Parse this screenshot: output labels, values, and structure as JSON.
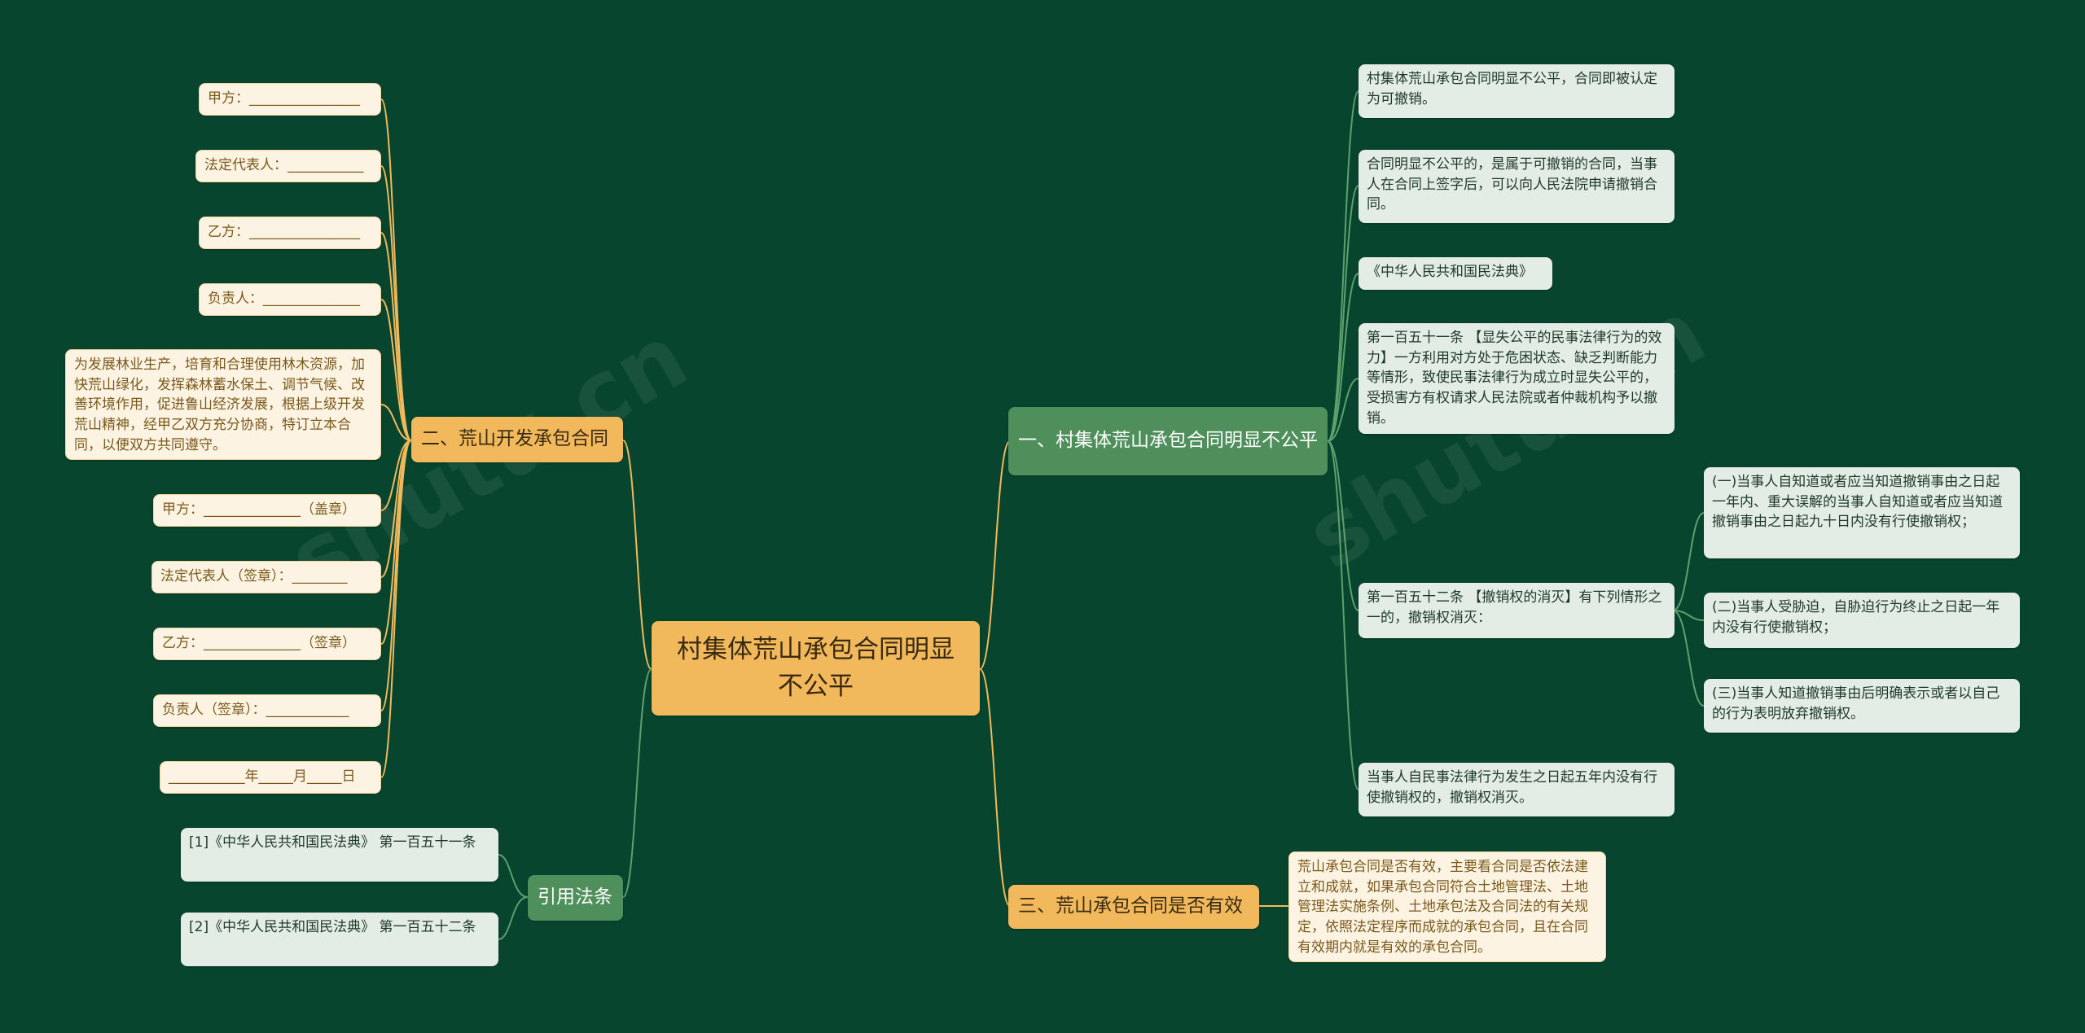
{
  "root": {
    "label": "村集体荒山承包合同明显不公平"
  },
  "branches": {
    "b1": {
      "label": "一、村集体荒山承包合同明显不公平"
    },
    "b2": {
      "label": "二、荒山开发承包合同"
    },
    "b3": {
      "label": "三、荒山承包合同是否有效"
    },
    "b4": {
      "label": "引用法条"
    }
  },
  "b1_leaves": [
    "村集体荒山承包合同明显不公平，合同即被认定为可撤销。",
    "合同明显不公平的，是属于可撤销的合同，当事人在合同上签字后，可以向人民法院申请撤销合同。",
    "《中华人民共和国民法典》",
    "第一百五十一条 【显失公平的民事法律行为的效力】一方利用对方处于危困状态、缺乏判断能力等情形，致使民事法律行为成立时显失公平的，受损害方有权请求人民法院或者仲裁机构予以撤销。",
    "第一百五十二条 【撤销权的消灭】有下列情形之一的，撤销权消灭：",
    "当事人自民事法律行为发生之日起五年内没有行使撤销权的，撤销权消灭。"
  ],
  "b1_sub_leaves": [
    "(一)当事人自知道或者应当知道撤销事由之日起一年内、重大误解的当事人自知道或者应当知道撤销事由之日起九十日内没有行使撤销权；",
    "(二)当事人受胁迫，自胁迫行为终止之日起一年内没有行使撤销权；",
    "(三)当事人知道撤销事由后明确表示或者以自己的行为表明放弃撤销权。"
  ],
  "b2_leaves": [
    "甲方：________________",
    "法定代表人：___________",
    "乙方：________________",
    "负责人：______________",
    "为发展林业生产，培育和合理使用林木资源，加快荒山绿化，发挥森林蓄水保土、调节气候、改善环境作用，促进鲁山经济发展，根据上级开发荒山精神，经甲乙双方充分协商，特订立本合同，以便双方共同遵守。",
    "甲方：______________（盖章）",
    "法定代表人（签章）：________",
    "乙方：______________（签章）",
    "负责人（签章）：____________",
    "___________年_____月_____日"
  ],
  "b3_leaves": [
    "荒山承包合同是否有效，主要看合同是否依法建立和成就，如果承包合同符合土地管理法、土地管理法实施条例、土地承包法及合同法的有关规定，依照法定程序而成就的承包合同，且在合同有效期内就是有效的承包合同。"
  ],
  "b4_leaves": [
    "[1]《中华人民共和国民法典》 第一百五十一条",
    "[2]《中华人民共和国民法典》 第一百五十二条"
  ],
  "colors": {
    "background": "#07452f",
    "orange": "#f2b95c",
    "green": "#4f8f5b",
    "link_orange": "#f2b95c",
    "link_green": "#5fa06c"
  }
}
